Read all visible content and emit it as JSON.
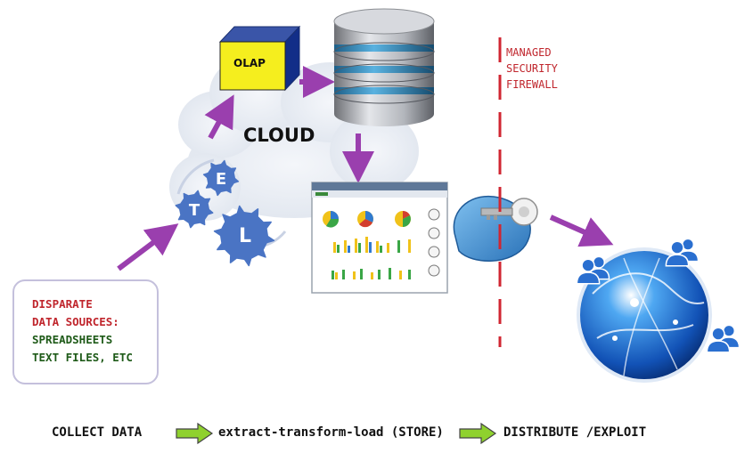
{
  "cloud": {
    "label": "CLOUD"
  },
  "olap": {
    "label": "OLAP",
    "color": "#f5ee1e"
  },
  "etl": {
    "letters": [
      "E",
      "T",
      "L"
    ],
    "gear_color": "#4a74c4"
  },
  "firewall": {
    "lines": [
      "MANAGED",
      "SECURITY",
      "FIREWALL"
    ],
    "color": "#c0262d"
  },
  "sources": {
    "lines": [
      {
        "text": "DISPARATE",
        "color": "#c0262d"
      },
      {
        "text": "DATA SOURCES:",
        "color": "#c0262d"
      },
      {
        "text": "SPREADSHEETS",
        "color": "#1e5a18"
      },
      {
        "text": "TEXT FILES, ETC",
        "color": "#1e5a18"
      }
    ]
  },
  "flow": {
    "steps": [
      "COLLECT DATA",
      "extract-transform-load (STORE)",
      "DISTRIBUTE /EXPLOIT"
    ],
    "arrow_color": "#8fd12e"
  },
  "colors": {
    "arrow": "#9a3fae",
    "globe": "#1a63c8",
    "user": "#2a6fd0"
  }
}
